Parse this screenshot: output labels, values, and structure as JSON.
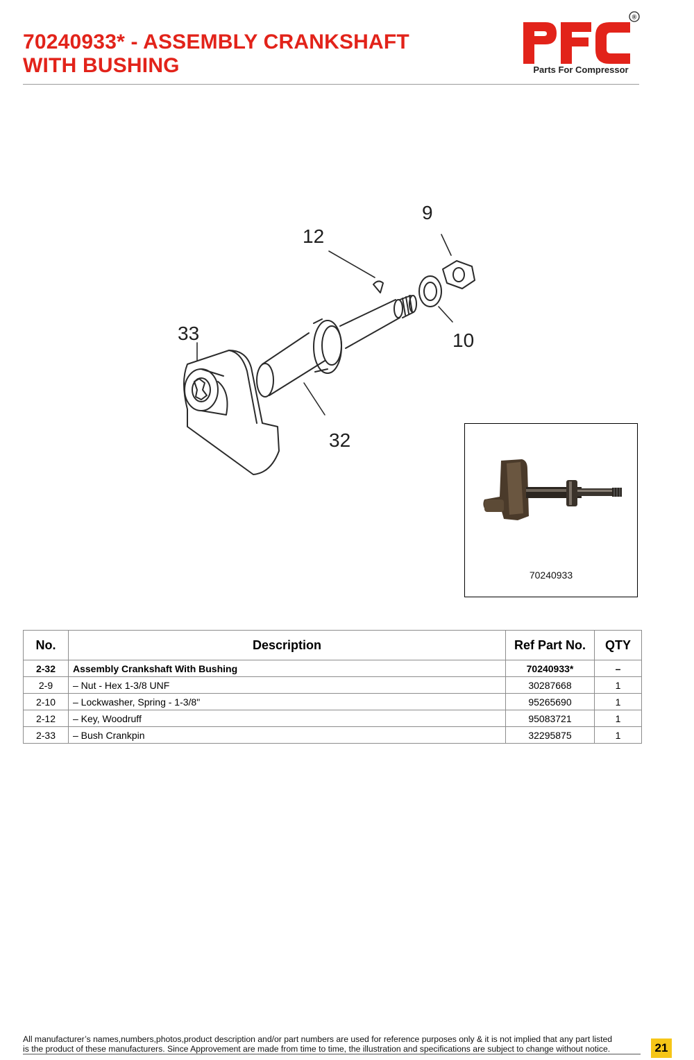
{
  "header": {
    "title_line1": "70240933* - ASSEMBLY CRANKSHAFT",
    "title_line2": "WITH BUSHING",
    "logo_text": "PFC",
    "logo_tagline": "Parts For Compressor",
    "registered_mark": "®",
    "brand_color": "#e2231a"
  },
  "diagram": {
    "callouts": [
      "9",
      "12",
      "10",
      "33",
      "32"
    ]
  },
  "photo": {
    "caption": "70240933"
  },
  "table": {
    "headers": {
      "no": "No.",
      "description": "Description",
      "ref": "Ref Part No.",
      "qty": "QTY"
    },
    "rows": [
      {
        "no": "2-32",
        "description": "Assembly Crankshaft With Bushing",
        "ref": "70240933*",
        "qty": "–"
      },
      {
        "no": "2-9",
        "description": "– Nut - Hex 1-3/8 UNF",
        "ref": "30287668",
        "qty": "1"
      },
      {
        "no": "2-10",
        "description": "– Lockwasher, Spring - 1-3/8\"",
        "ref": "95265690",
        "qty": "1"
      },
      {
        "no": "2-12",
        "description": "– Key, Woodruff",
        "ref": "95083721",
        "qty": "1"
      },
      {
        "no": "2-33",
        "description": "– Bush Crankpin",
        "ref": "32295875",
        "qty": "1"
      }
    ]
  },
  "footer": {
    "line1": "All manufacturer’s names,numbers,photos,product description and/or part numbers are used for reference purposes only & it is not implied that any part listed",
    "line2": "is the product of these manufacturers.  Since Approvement are made from time to time,  the illustration and specifications are subject to change without notice.",
    "page_number": "21",
    "badge_color": "#f6c617"
  }
}
